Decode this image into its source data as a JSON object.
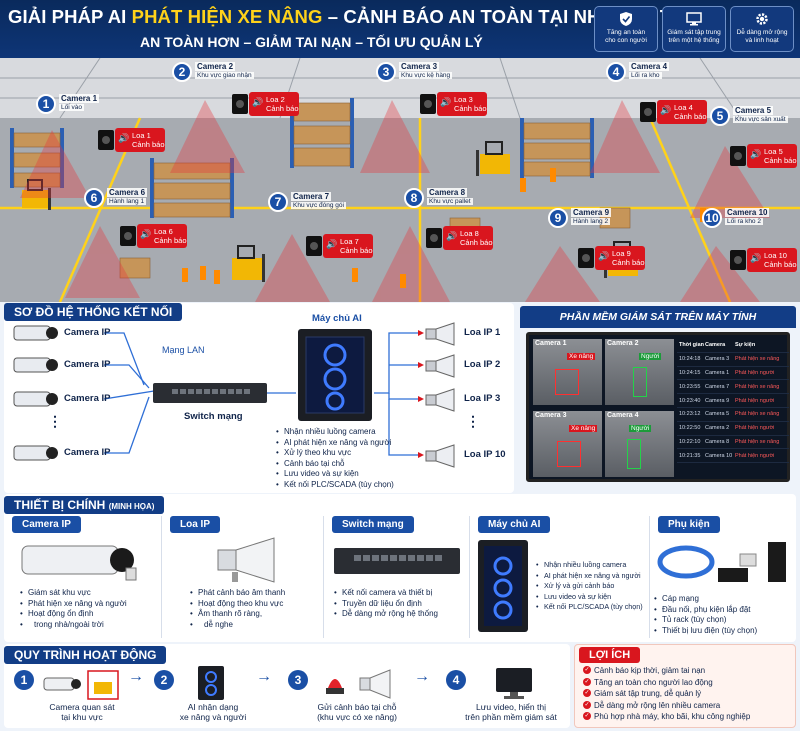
{
  "header": {
    "title_part1": "GIẢI PHÁP AI ",
    "title_highlight": "PHÁT HIỆN XE NÂNG",
    "title_part2": " – CẢNH BÁO AN TOÀN TẠI NHIỀU VỊ TRÍ",
    "subtitle": "AN TOÀN HƠN – GIẢM TAI NẠN – TỐI ƯU QUẢN LÝ",
    "features": [
      {
        "icon": "shield-icon",
        "text1": "Tăng an toàn",
        "text2": "cho con người"
      },
      {
        "icon": "monitor-icon",
        "text1": "Giám sát tập trung",
        "text2": "trên một hệ thống"
      },
      {
        "icon": "gear-icon",
        "text1": "Dễ dàng mở rộng",
        "text2": "và linh hoạt"
      }
    ]
  },
  "cameras": [
    {
      "num": "1",
      "name": "Camera 1",
      "zone": "Lối vào",
      "speaker": "Loa 1",
      "alert": "Cảnh báo"
    },
    {
      "num": "2",
      "name": "Camera 2",
      "zone": "Khu vực giao nhận",
      "speaker": "Loa 2",
      "alert": "Cảnh báo"
    },
    {
      "num": "3",
      "name": "Camera 3",
      "zone": "Khu vực kệ hàng",
      "speaker": "Loa 3",
      "alert": "Cảnh báo"
    },
    {
      "num": "4",
      "name": "Camera 4",
      "zone": "Lối ra kho",
      "speaker": "Loa 4",
      "alert": "Cảnh báo"
    },
    {
      "num": "5",
      "name": "Camera 5",
      "zone": "Khu vực sản xuất",
      "speaker": "Loa 5",
      "alert": "Cảnh báo"
    },
    {
      "num": "6",
      "name": "Camera 6",
      "zone": "Hành lang 1",
      "speaker": "Loa 6",
      "alert": "Cảnh báo"
    },
    {
      "num": "7",
      "name": "Camera 7",
      "zone": "Khu vực đóng gói",
      "speaker": "Loa 7",
      "alert": "Cảnh báo"
    },
    {
      "num": "8",
      "name": "Camera 8",
      "zone": "Khu vực pallet",
      "speaker": "Loa 8",
      "alert": "Cảnh báo"
    },
    {
      "num": "9",
      "name": "Camera 9",
      "zone": "Hành lang 2",
      "speaker": "Loa 9",
      "alert": "Cảnh báo"
    },
    {
      "num": "10",
      "name": "Camera 10",
      "zone": "Lối ra kho 2",
      "speaker": "Loa 10",
      "alert": "Cảnh báo"
    }
  ],
  "network": {
    "title": "SƠ ĐỒ HỆ THỐNG KẾT NỐI",
    "camera_label": "Camera IP",
    "lan_label": "Mạng LAN",
    "switch_label": "Switch mạng",
    "server_label": "Máy chủ AI",
    "speakers": [
      "Loa IP 1",
      "Loa IP 2",
      "Loa IP 3",
      "Loa IP 10"
    ],
    "server_features": [
      "Nhận nhiều luồng camera",
      "AI phát hiện xe nâng và người",
      "Xử lý theo khu vực",
      "Cảnh báo tại chỗ",
      "Lưu video và sự kiện",
      "Kết nối PLC/SCADA (tùy chọn)"
    ],
    "dots": "⋮"
  },
  "software": {
    "title": "PHẦN MỀM GIÁM SÁT TRÊN MÁY TÍNH",
    "tiles": [
      {
        "name": "Camera 1",
        "detect": "Xe nâng",
        "kind": "forklift"
      },
      {
        "name": "Camera 2",
        "detect": "Người",
        "kind": "person"
      },
      {
        "name": "Camera 3",
        "detect": "Xe nâng",
        "kind": "forklift"
      },
      {
        "name": "Camera 4",
        "detect": "Người",
        "kind": "person"
      }
    ],
    "log_header": [
      "Thời gian",
      "Camera",
      "Sự kiện"
    ],
    "log": [
      [
        "10:24:18",
        "Camera 3",
        "Phát hiện xe nâng"
      ],
      [
        "10:24:15",
        "Camera 1",
        "Phát hiện người"
      ],
      [
        "10:23:55",
        "Camera 7",
        "Phát hiện xe nâng"
      ],
      [
        "10:23:40",
        "Camera 9",
        "Phát hiện người"
      ],
      [
        "10:23:12",
        "Camera 5",
        "Phát hiện xe nâng"
      ],
      [
        "10:22:50",
        "Camera 2",
        "Phát hiện người"
      ],
      [
        "10:22:10",
        "Camera 8",
        "Phát hiện xe nâng"
      ],
      [
        "10:21:35",
        "Camera 10",
        "Phát hiện người"
      ]
    ]
  },
  "devices": {
    "title": "THIẾT BỊ CHÍNH",
    "title_note": "(MINH HỌA)",
    "cards": [
      {
        "name": "Camera IP",
        "features": [
          "Giám sát khu vực",
          "Phát hiện xe nâng và người",
          "Hoạt động ổn định",
          "trong nhà/ngoài trời"
        ]
      },
      {
        "name": "Loa IP",
        "features": [
          "Phát cảnh báo âm thanh",
          "Hoạt động theo khu vực",
          "Âm thanh rõ ràng,",
          "dễ nghe"
        ]
      },
      {
        "name": "Switch mạng",
        "features": [
          "Kết nối camera và thiết bị",
          "Truyền dữ liệu ổn định",
          "Dễ dàng mở rộng hệ thống"
        ]
      },
      {
        "name": "Máy chủ AI",
        "features": [
          "Nhận nhiều luồng camera",
          "AI phát hiện xe nâng và người",
          "Xử lý và gửi cảnh báo",
          "Lưu video và sự kiện",
          "Kết nối PLC/SCADA (tùy chọn)"
        ]
      },
      {
        "name": "Phụ kiện",
        "features": [
          "Cáp mạng",
          "Đầu nối, phụ kiện lắp đặt",
          "Tủ rack (tùy chọn)",
          "Thiết bị lưu điện (tùy chọn)"
        ]
      }
    ]
  },
  "process": {
    "title": "QUY TRÌNH HOẠT ĐỘNG",
    "steps": [
      {
        "num": "1",
        "line1": "Camera quan sát",
        "line2": "tại khu vực"
      },
      {
        "num": "2",
        "line1": "AI nhận dạng",
        "line2": "xe nâng và người"
      },
      {
        "num": "3",
        "line1": "Gửi cảnh báo tại chỗ",
        "line2": "(khu vực có xe nâng)"
      },
      {
        "num": "4",
        "line1": "Lưu video, hiển thị",
        "line2": "trên phần mềm giám sát"
      }
    ],
    "arrow": "→"
  },
  "benefits": {
    "title": "LỢI ÍCH",
    "items": [
      "Cảnh báo kịp thời, giảm tai nạn",
      "Tăng an toàn cho người lao động",
      "Giám sát tập trung, dễ quản lý",
      "Dễ dàng mở rộng lên nhiều camera",
      "Phù hợp nhà máy, kho bãi, khu công nghiệp"
    ]
  },
  "colors": {
    "brand": "#123d86",
    "alert": "#d9161e",
    "highlight": "#ffd21a"
  }
}
